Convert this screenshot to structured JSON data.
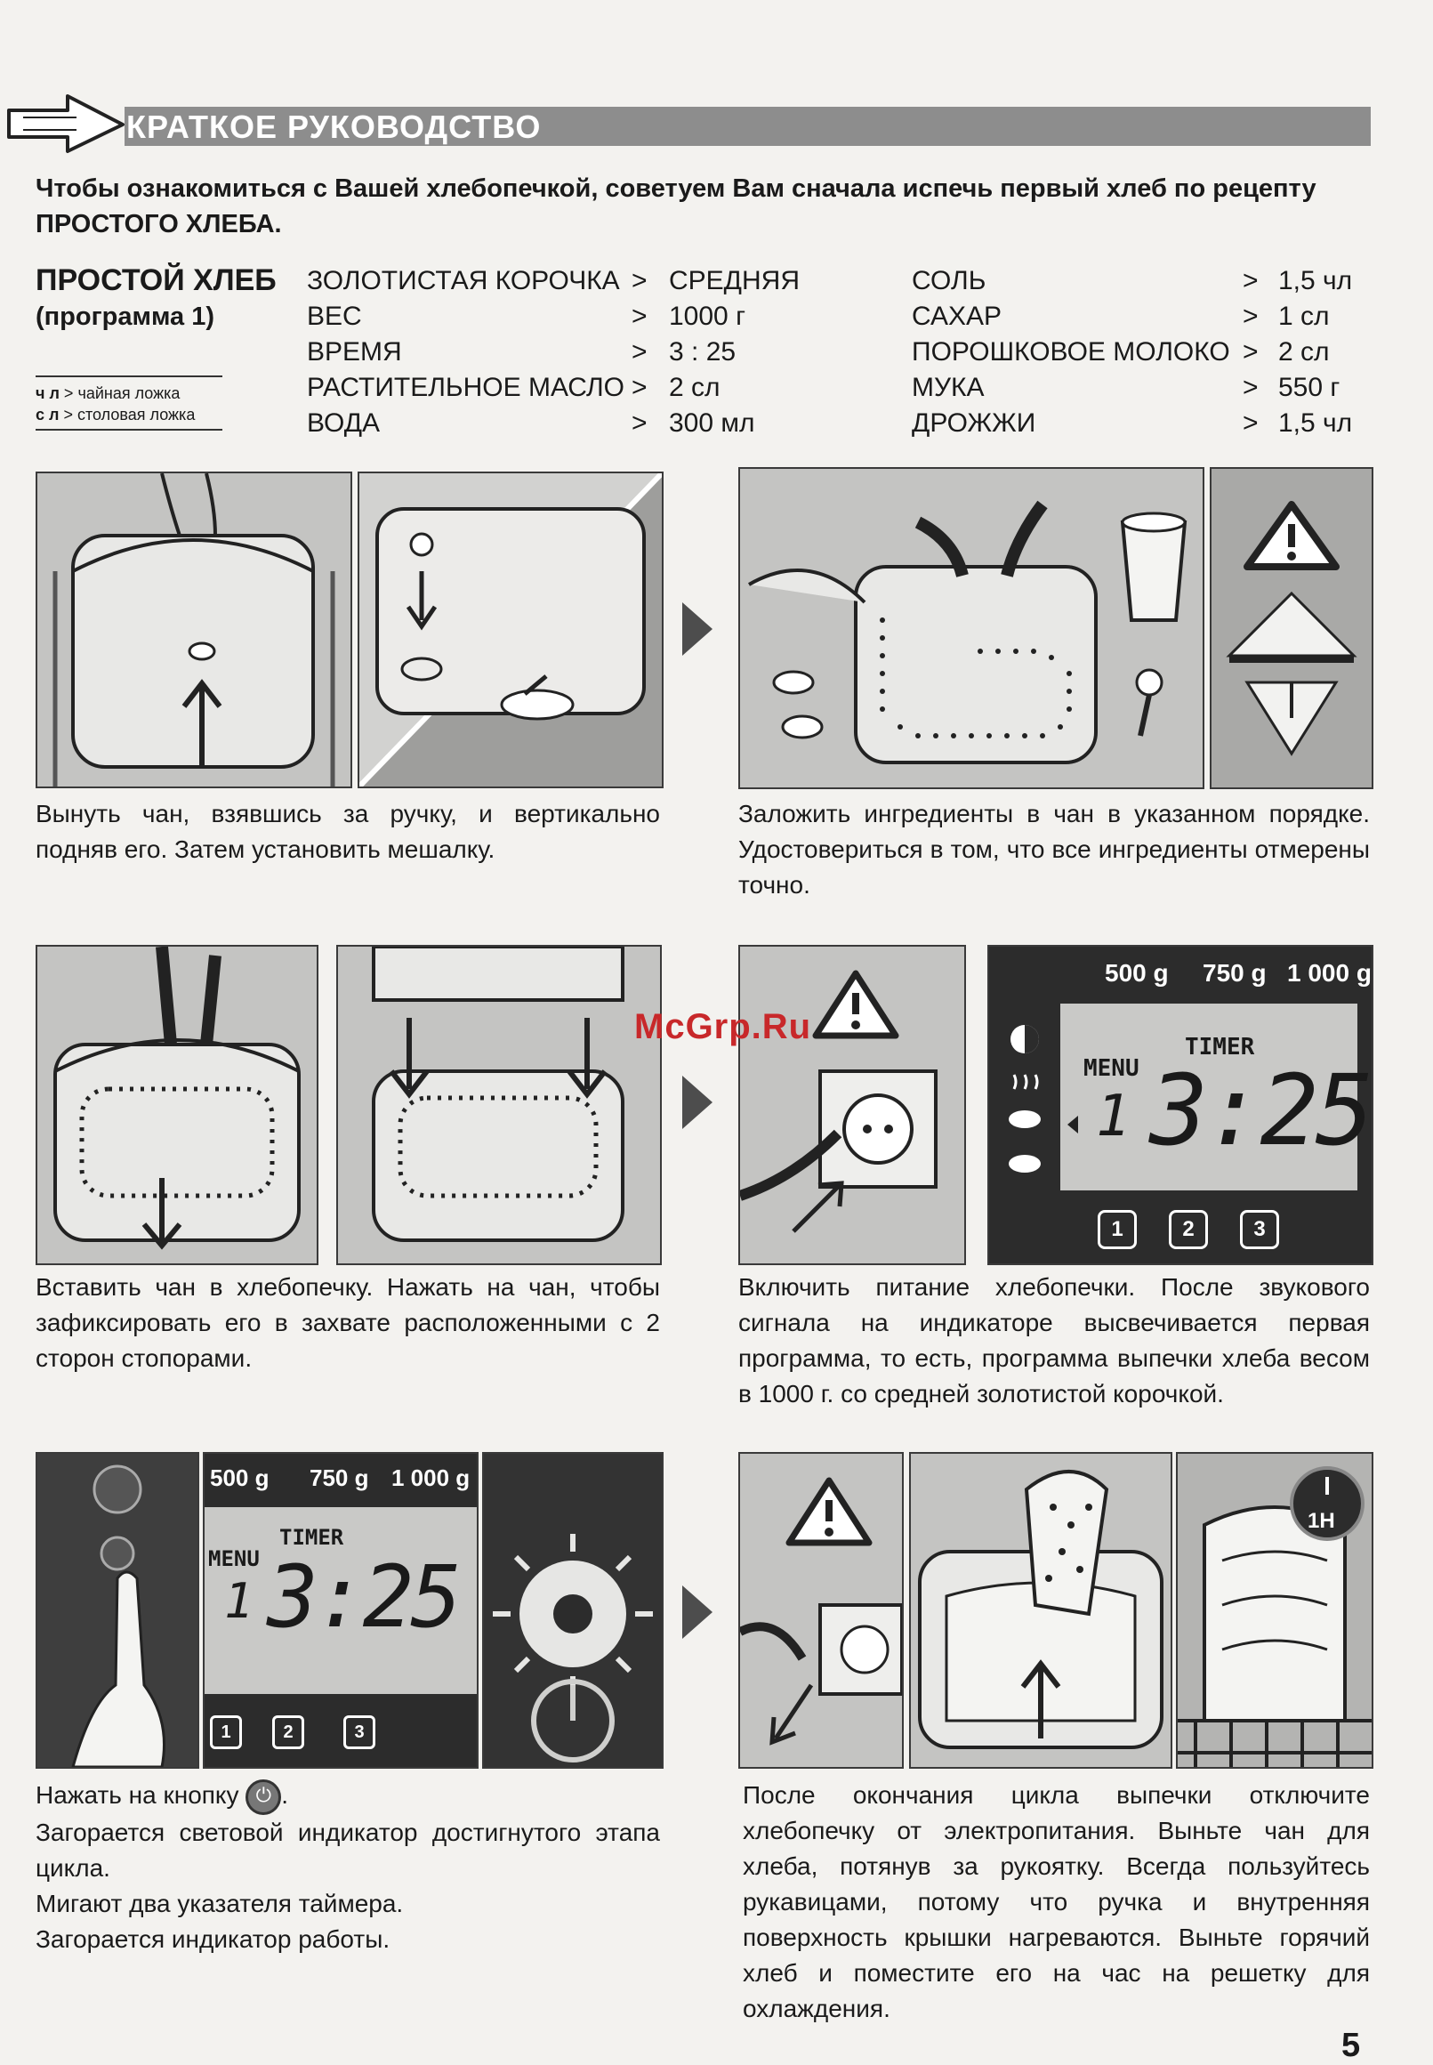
{
  "header": {
    "title": "КРАТКОЕ РУКОВОДСТВО"
  },
  "intro": "Чтобы ознакомиться с Вашей хлебопечкой, советуем Вам сначала испечь первый хлеб по рецепту ПРОСТОГО ХЛЕБА.",
  "recipe": {
    "title": "ПРОСТОЙ ХЛЕБ",
    "subtitle": "(программа 1)",
    "legend": [
      {
        "abbr": "ч л",
        "sep": ">",
        "text": "чайная ложка"
      },
      {
        "abbr": "с л",
        "sep": ">",
        "text": "столовая ложка"
      }
    ],
    "settings": [
      {
        "label": "ЗОЛОТИСТАЯ КОРОЧКА",
        "sep": ">",
        "value": "СРЕДНЯЯ"
      },
      {
        "label": "ВЕС",
        "sep": ">",
        "value": "1000 г"
      },
      {
        "label": "ВРЕМЯ",
        "sep": ">",
        "value": "3 : 25"
      },
      {
        "label": "РАСТИТЕЛЬНОЕ МАСЛО",
        "sep": ">",
        "value": "2 сл"
      },
      {
        "label": "ВОДА",
        "sep": ">",
        "value": "300 мл"
      }
    ],
    "ingredients": [
      {
        "label": "СОЛЬ",
        "sep": ">",
        "value": "1,5 чл"
      },
      {
        "label": "САХАР",
        "sep": ">",
        "value": "1 сл"
      },
      {
        "label": "ПОРОШКОВОЕ МОЛОКО",
        "sep": ">",
        "value": "2 сл"
      },
      {
        "label": "МУКА",
        "sep": ">",
        "value": "550 г"
      },
      {
        "label": "ДРОЖЖИ",
        "sep": ">",
        "value": "1,5 чл"
      }
    ]
  },
  "steps": {
    "s1": "Вынуть чан, взявшись за ручку, и вертикально подняв его. Затем установить мешалку.",
    "s2": "Заложить ингредиенты в чан в указанном порядке. Удостовериться в том, что все ингредиенты отмерены точно.",
    "s3": "Вставить чан в хлебопечку. Нажать на чан, чтобы зафиксировать его в захвате расположенными с 2 сторон стопорами.",
    "s4": "Включить питание хлебопечки. После звукового сигнала на индикаторе высвечивается первая программа, то есть, программа выпечки хлеба весом в 1000 г. со средней золотистой корочкой.",
    "s5": {
      "line1": "Нажать на кнопку",
      "line2": "Загорается световой индикатор достигнутого этапа цикла.",
      "line3": "Мигают два указателя таймера.",
      "line4": "Загорается индикатор работы."
    },
    "s6": "После окончания цикла выпечки отключите хлебопечку от электропитания. Выньте чан для хлеба, потянув за рукоятку. Всегда пользуйтесь рукавицами, потому что ручка и внутренняя поверхность крышки нагреваются. Выньте горячий хлеб и поместите его на час на решетку для охлаждения."
  },
  "display": {
    "weights": [
      "500 g",
      "750 g",
      "1 000 g"
    ],
    "timer_label": "TIMER",
    "menu_label": "MENU",
    "menu_digit": "1",
    "time": "3:25",
    "program_buttons": [
      "1",
      "2",
      "3"
    ]
  },
  "timer_badge": "1H",
  "watermark": "McGrp.Ru",
  "page_number": "5",
  "colors": {
    "header_bar": "#8d8d8d",
    "panel_bg": "#b9b9b7",
    "lcd_frame": "#2c2c2c",
    "watermark": "#c8282a"
  }
}
